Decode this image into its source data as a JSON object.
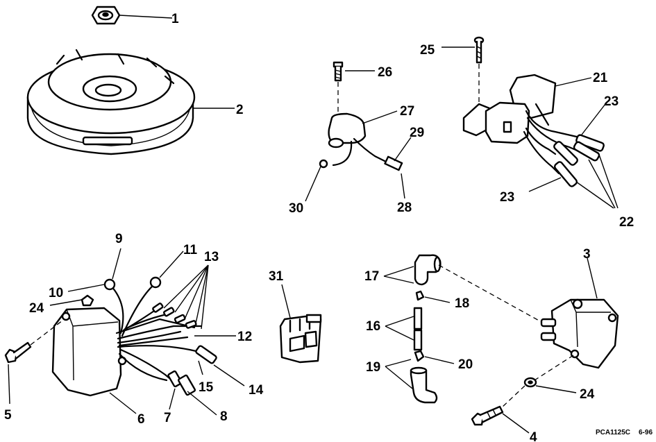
{
  "diagram": {
    "footer_code": "PCA1125C",
    "footer_date": "6-96",
    "callouts": {
      "c1": "1",
      "c2": "2",
      "c3": "3",
      "c4": "4",
      "c5": "5",
      "c6": "6",
      "c7": "7",
      "c8": "8",
      "c9": "9",
      "c10": "10",
      "c11": "11",
      "c12": "12",
      "c13": "13",
      "c14": "14",
      "c15": "15",
      "c16": "16",
      "c17": "17",
      "c18": "18",
      "c19": "19",
      "c20": "20",
      "c21": "21",
      "c22": "22",
      "c23a": "23",
      "c23b": "23",
      "c24a": "24",
      "c24b": "24",
      "c25": "25",
      "c26": "26",
      "c27": "27",
      "c28": "28",
      "c29": "29",
      "c30": "30",
      "c31": "31"
    }
  }
}
